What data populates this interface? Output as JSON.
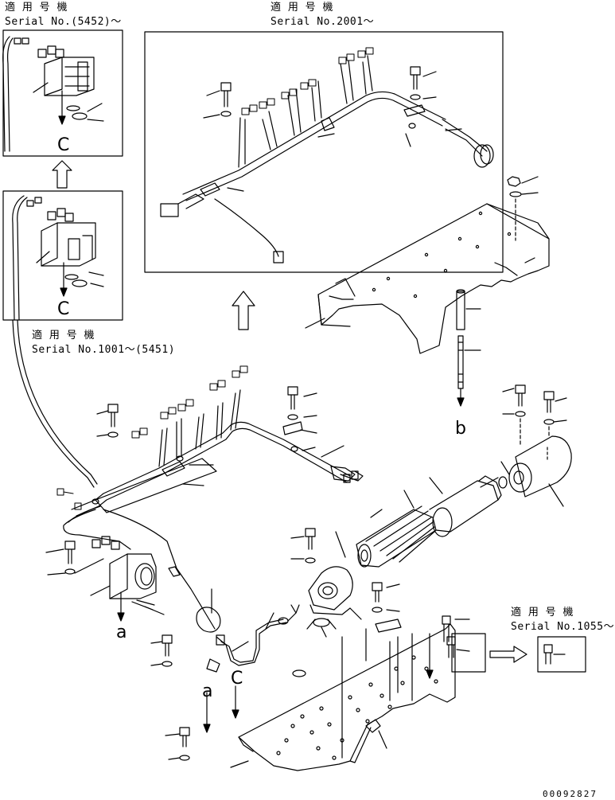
{
  "captions": {
    "c1_jp": "適 用 号 機",
    "c1_serial": "Serial No.(5452)〜",
    "c2_jp": "適 用 号 機",
    "c2_serial": "Serial No.2001〜",
    "c3_jp": "適 用 号 機",
    "c3_serial": "Serial No.1001〜(5451)",
    "c4_jp": "適 用 号 機",
    "c4_serial": "Serial No.1055〜"
  },
  "letters": {
    "c_top": "C",
    "c_mid": "C",
    "a_left": "a",
    "b_right": "b",
    "a_bottom": "a",
    "c_bottom": "C"
  },
  "drawing_code": "00092827",
  "colors": {
    "ink": "#000000",
    "paper": "#ffffff"
  }
}
